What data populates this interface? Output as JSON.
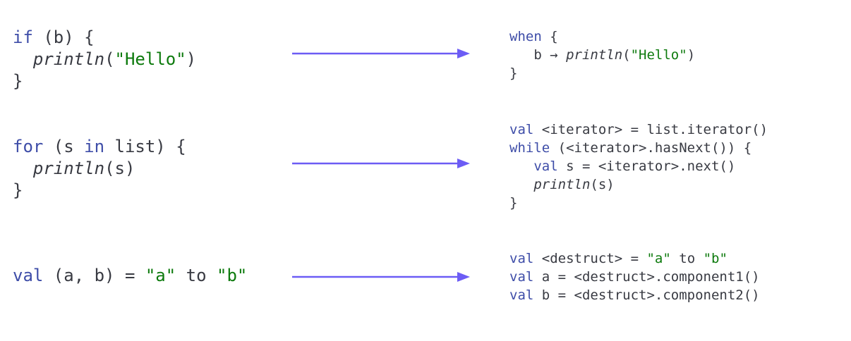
{
  "rows": [
    {
      "source": [
        [
          {
            "t": "if",
            "k": "kw"
          },
          {
            "t": " (b) {",
            "k": ""
          }
        ],
        [
          {
            "t": "  ",
            "k": ""
          },
          {
            "t": "println",
            "k": "fn"
          },
          {
            "t": "(",
            "k": ""
          },
          {
            "t": "\"Hello\"",
            "k": "str"
          },
          {
            "t": ")",
            "k": ""
          }
        ],
        [
          {
            "t": "}",
            "k": ""
          }
        ]
      ],
      "target": [
        [
          {
            "t": "when",
            "k": "kw"
          },
          {
            "t": " {",
            "k": ""
          }
        ],
        [
          {
            "t": "   b → ",
            "k": ""
          },
          {
            "t": "println",
            "k": "fn"
          },
          {
            "t": "(",
            "k": ""
          },
          {
            "t": "\"Hello\"",
            "k": "str"
          },
          {
            "t": ")",
            "k": ""
          }
        ],
        [
          {
            "t": "}",
            "k": ""
          }
        ]
      ]
    },
    {
      "source": [
        [
          {
            "t": "for",
            "k": "kw"
          },
          {
            "t": " (s ",
            "k": ""
          },
          {
            "t": "in",
            "k": "kw"
          },
          {
            "t": " list) {",
            "k": ""
          }
        ],
        [
          {
            "t": "  ",
            "k": ""
          },
          {
            "t": "println",
            "k": "fn"
          },
          {
            "t": "(s)",
            "k": ""
          }
        ],
        [
          {
            "t": "}",
            "k": ""
          }
        ]
      ],
      "target": [
        [
          {
            "t": "val",
            "k": "kw"
          },
          {
            "t": " <iterator> = list.iterator()",
            "k": ""
          }
        ],
        [
          {
            "t": "while",
            "k": "kw"
          },
          {
            "t": " (<iterator>.hasNext()) {",
            "k": ""
          }
        ],
        [
          {
            "t": "   ",
            "k": ""
          },
          {
            "t": "val",
            "k": "kw"
          },
          {
            "t": " s = <iterator>.next()",
            "k": ""
          }
        ],
        [
          {
            "t": "   ",
            "k": ""
          },
          {
            "t": "println",
            "k": "fn"
          },
          {
            "t": "(s)",
            "k": ""
          }
        ],
        [
          {
            "t": "}",
            "k": ""
          }
        ]
      ]
    },
    {
      "source": [
        [
          {
            "t": "val",
            "k": "kw"
          },
          {
            "t": " (a, b) = ",
            "k": ""
          },
          {
            "t": "\"a\"",
            "k": "str"
          },
          {
            "t": " to ",
            "k": ""
          },
          {
            "t": "\"b\"",
            "k": "str"
          }
        ]
      ],
      "target": [
        [
          {
            "t": "val",
            "k": "kw"
          },
          {
            "t": " <destruct> = ",
            "k": ""
          },
          {
            "t": "\"a\"",
            "k": "str"
          },
          {
            "t": " to ",
            "k": ""
          },
          {
            "t": "\"b\"",
            "k": "str"
          }
        ],
        [
          {
            "t": "val",
            "k": "kw"
          },
          {
            "t": " a = <destruct>.component1()",
            "k": ""
          }
        ],
        [
          {
            "t": "val",
            "k": "kw"
          },
          {
            "t": " b = <destruct>.component2()",
            "k": ""
          }
        ]
      ]
    }
  ],
  "colors": {
    "keyword": "#3e4da8",
    "string": "#0d7a0d",
    "text": "#383a42",
    "arrow": "#6c5cf5"
  }
}
